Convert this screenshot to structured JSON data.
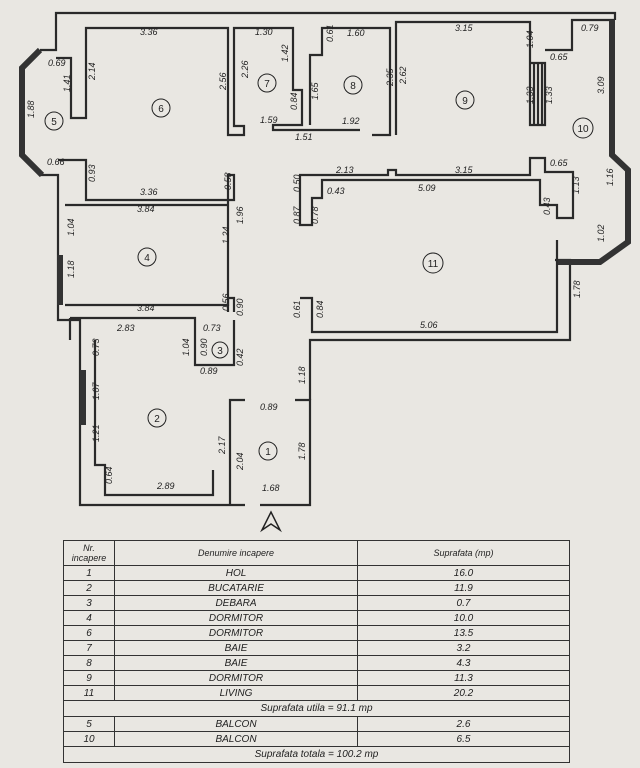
{
  "plan": {
    "rooms": [
      "1",
      "2",
      "3",
      "4",
      "5",
      "6",
      "7",
      "8",
      "9",
      "10",
      "11"
    ],
    "dims": {
      "r6": [
        "3.36",
        "2.14",
        "2.56",
        "3.36",
        "0.58",
        "0.93"
      ],
      "r5": [
        "0.69",
        "1.41",
        "1.88",
        "0.66"
      ],
      "r7": [
        "1.30",
        "2.26",
        "1.42",
        "0.84",
        "1.59",
        "1.51"
      ],
      "r8": [
        "0.61",
        "1.60",
        "1.65",
        "2.35",
        "1.92"
      ],
      "r9": [
        "3.15",
        "2.62",
        "1.04",
        "1.33",
        "1.33"
      ],
      "r10": [
        "0.79",
        "0.65",
        "3.09",
        "0.65",
        "1.13",
        "1.16",
        "1.02",
        "1.78"
      ],
      "r11": [
        "2.13",
        "3.15",
        "0.50",
        "0.43",
        "5.09",
        "0.87",
        "0.78",
        "0.43",
        "0.61",
        "0.84",
        "5.06"
      ],
      "r4": [
        "3.84",
        "1.04",
        "1.96",
        "1.24",
        "1.18",
        "3.84",
        "0.56"
      ],
      "r3": [
        "2.83",
        "0.90",
        "0.73",
        "1.04",
        "0.90",
        "0.42",
        "0.89",
        "0.73"
      ],
      "r2": [
        "1.07",
        "1.21",
        "2.17",
        "2.04",
        "0.64",
        "2.89"
      ],
      "r1": [
        "0.89",
        "1.18",
        "1.78",
        "1.68"
      ]
    },
    "north_icon": "north-arrow-icon"
  },
  "table": {
    "headers": [
      "Nr. incapere",
      "Denumire incapere",
      "Suprafata (mp)"
    ],
    "rows": [
      {
        "nr": "1",
        "name": "HOL",
        "area": "16.0"
      },
      {
        "nr": "2",
        "name": "BUCATARIE",
        "area": "11.9"
      },
      {
        "nr": "3",
        "name": "DEBARA",
        "area": "0.7"
      },
      {
        "nr": "4",
        "name": "DORMITOR",
        "area": "10.0"
      },
      {
        "nr": "6",
        "name": "DORMITOR",
        "area": "13.5"
      },
      {
        "nr": "7",
        "name": "BAIE",
        "area": "3.2"
      },
      {
        "nr": "8",
        "name": "BAIE",
        "area": "4.3"
      },
      {
        "nr": "9",
        "name": "DORMITOR",
        "area": "11.3"
      },
      {
        "nr": "11",
        "name": "LIVING",
        "area": "20.2"
      }
    ],
    "useful_total": "Suprafata utila = 91.1 mp",
    "balconies": [
      {
        "nr": "5",
        "name": "BALCON",
        "area": "2.6"
      },
      {
        "nr": "10",
        "name": "BALCON",
        "area": "6.5"
      }
    ],
    "grand_total": "Suprafata totala = 100.2 mp"
  }
}
